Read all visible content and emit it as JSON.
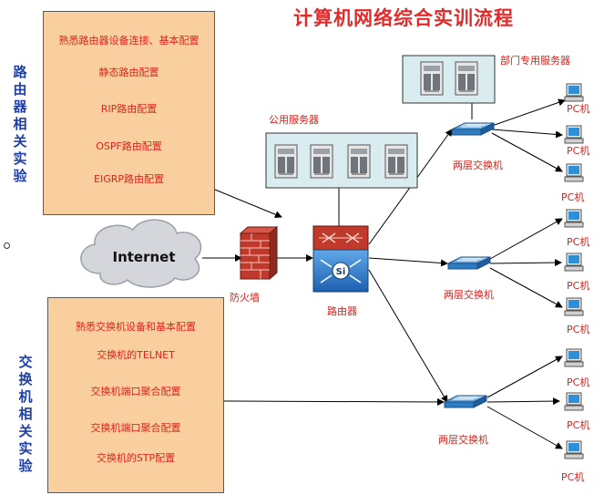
{
  "title": "计算机网络综合实训流程",
  "router_section": {
    "label": "路由器相关实验",
    "items": [
      "熟悉路由器设备连接、基本配置",
      "静态路由配置",
      "RIP路由配置",
      "OSPF路由配置",
      "EIGRP路由配置"
    ]
  },
  "switch_section": {
    "label": "交换机相关实验",
    "items": [
      "熟悉交换机设备和基本配置",
      "交换机的TELNET",
      "交换机端口聚合配置",
      "交换机端口聚合配置",
      "交换机的STP配置"
    ]
  },
  "nodes": {
    "internet": "Internet",
    "firewall": "防火墙",
    "router": "路由器",
    "router_badge": "Si",
    "public_servers": "公用服务器",
    "dept_servers": "部门专用服务器",
    "switches": [
      "两层交换机",
      "两层交换机",
      "两层交换机"
    ],
    "pcs": [
      "PC机",
      "PC机",
      "PC机",
      "PC机",
      "PC机",
      "PC机",
      "PC机",
      "PC机",
      "PC机"
    ]
  },
  "colors": {
    "title": "#e32a2a",
    "labels": "#d9201a",
    "side_labels": "#1f3fa6",
    "panel_fill": "#f9cf9f",
    "server_box": "#d9ecef"
  }
}
